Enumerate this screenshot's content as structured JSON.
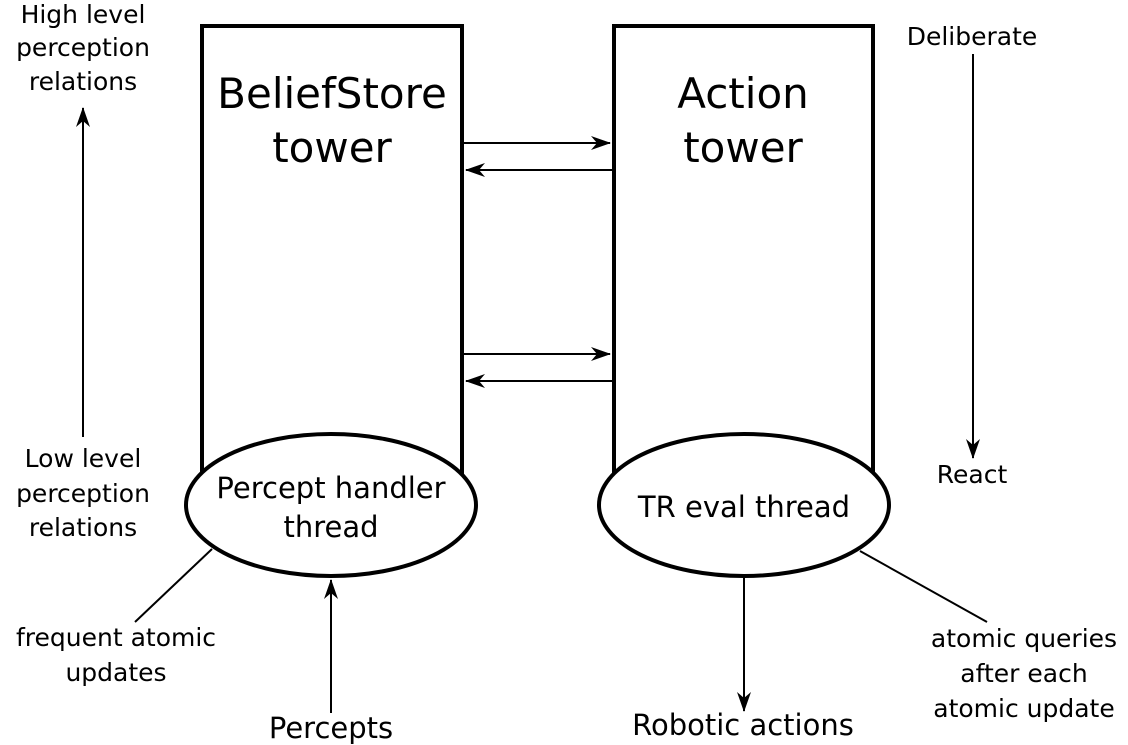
{
  "towers": {
    "belief": {
      "title_line1": "BeliefStore",
      "title_line2": "tower",
      "thread_line1": "Percept handler",
      "thread_line2": "thread"
    },
    "action": {
      "title_line1": "Action",
      "title_line2": "tower",
      "thread": "TR eval thread"
    }
  },
  "left_axis": {
    "top_line1": "High level",
    "top_line2": "perception",
    "top_line3": "relations",
    "bottom_line1": "Low level",
    "bottom_line2": "perception",
    "bottom_line3": "relations"
  },
  "right_axis": {
    "top": "Deliberate",
    "bottom": "React"
  },
  "annotations": {
    "left_line1": "frequent  atomic",
    "left_line2": "updates",
    "right_line1": "atomic queries",
    "right_line2": "after each",
    "right_line3": "atomic update"
  },
  "io": {
    "input": "Percepts",
    "output": "Robotic actions"
  },
  "colors": {
    "stroke": "#000000",
    "background": "#ffffff"
  }
}
